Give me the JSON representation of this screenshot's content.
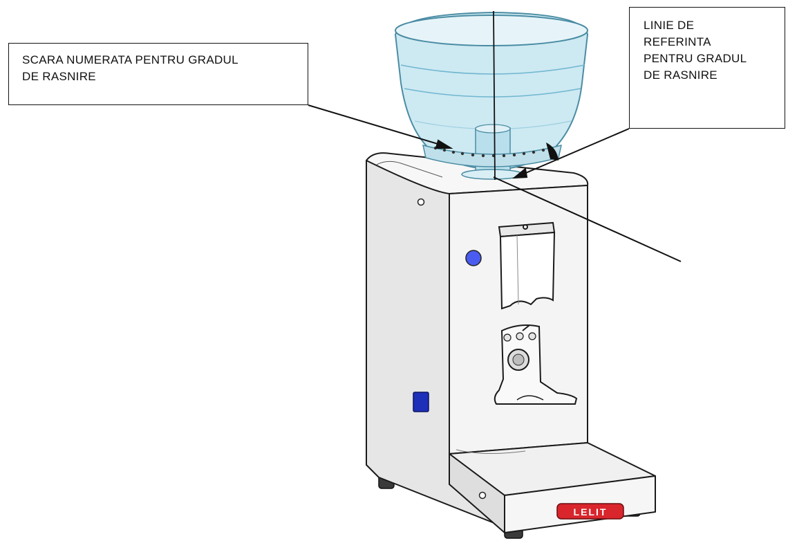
{
  "labels": {
    "scale_label": [
      "SCARA NUMERATA PENTRU GRADUL",
      "DE RASNIRE"
    ],
    "reference_label": [
      "LINIE DE",
      "REFERINTA",
      "PENTRU GRADUL",
      "DE RASNIRE"
    ],
    "logo_text": "LELIT"
  },
  "colors": {
    "outline": "#1a1a1a",
    "body": "#f4f4f4",
    "side_panel": "#e6e6e6",
    "hopper": "#cde9f2",
    "hopper_edge": "#6fb6cf",
    "button_blue": "#4a5cf0",
    "switch_blue": "#1e2fb8",
    "logo_red": "#d8262c"
  },
  "icons": [
    "grind-dial-icon",
    "power-switch-icon",
    "start-button-icon"
  ]
}
